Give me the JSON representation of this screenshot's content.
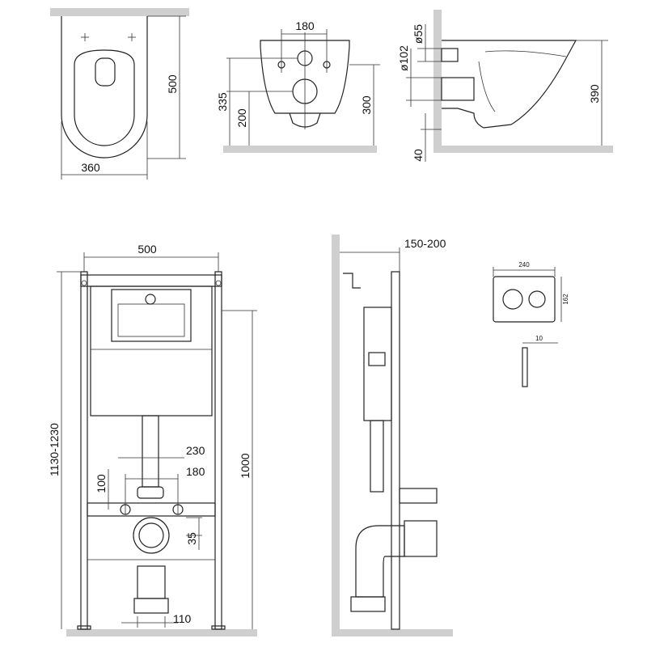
{
  "top_views": {
    "plan": {
      "width_label": "360",
      "depth_label": "500"
    },
    "rear": {
      "spacing_label": "180",
      "left_height_label": "335",
      "inlet_height_label": "200",
      "right_height_label": "300"
    },
    "side": {
      "outlet_dia_label": "ø102",
      "inlet_dia_label": "ø55",
      "height_label": "390",
      "base_label": "40"
    }
  },
  "frame_front": {
    "width_label": "500",
    "total_height_label": "1130-1230",
    "support_height_label": "1000",
    "rod_spacing_outer_label": "230",
    "rod_spacing_inner_label": "180",
    "rod_height_label": "100",
    "drain_offset_label": "35",
    "base_label": "110"
  },
  "frame_side": {
    "depth_label": "150-200"
  },
  "flush_plate": {
    "width_label": "240",
    "height_label": "162",
    "thickness_label": "10"
  }
}
